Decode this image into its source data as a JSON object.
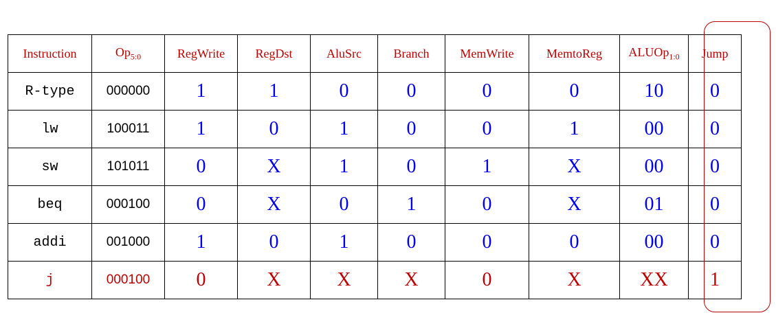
{
  "table": {
    "headers": [
      {
        "text": "Instruction"
      },
      {
        "text": "Op",
        "sub": "5:0"
      },
      {
        "text": "RegWrite"
      },
      {
        "text": "RegDst"
      },
      {
        "text": "AluSrc"
      },
      {
        "text": "Branch"
      },
      {
        "text": "MemWrite"
      },
      {
        "text": "MemtoReg"
      },
      {
        "text": "ALUOp",
        "sub": "1:0"
      },
      {
        "text": "Jump"
      }
    ],
    "rows": [
      {
        "instruction": "R-type",
        "op": "000000",
        "values": [
          "1",
          "1",
          "0",
          "0",
          "0",
          "0",
          "10",
          "0"
        ]
      },
      {
        "instruction": "lw",
        "op": "100011",
        "values": [
          "1",
          "0",
          "1",
          "0",
          "0",
          "1",
          "00",
          "0"
        ]
      },
      {
        "instruction": "sw",
        "op": "101011",
        "values": [
          "0",
          "X",
          "1",
          "0",
          "1",
          "X",
          "00",
          "0"
        ]
      },
      {
        "instruction": "beq",
        "op": "000100",
        "values": [
          "0",
          "X",
          "0",
          "1",
          "0",
          "X",
          "01",
          "0"
        ]
      },
      {
        "instruction": "addi",
        "op": "001000",
        "values": [
          "1",
          "0",
          "1",
          "0",
          "0",
          "0",
          "00",
          "0"
        ]
      },
      {
        "instruction": "j",
        "op": "000100",
        "values": [
          "0",
          "X",
          "X",
          "X",
          "0",
          "X",
          "XX",
          "1"
        ],
        "highlight": true
      }
    ]
  },
  "colors": {
    "header_text": "#c00000",
    "value_text": "#0000ee",
    "highlight_row_text": "#c00000",
    "jump_outline": "#c00000",
    "grid": "#000000"
  }
}
